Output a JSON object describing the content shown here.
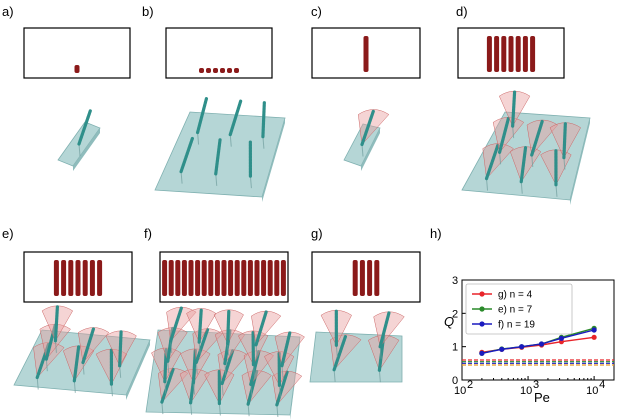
{
  "panels": [
    {
      "label": "a)",
      "rods": 1,
      "grid": 1,
      "cones": false
    },
    {
      "label": "b)",
      "rods": 6,
      "grid": 6,
      "cones": false
    },
    {
      "label": "c)",
      "rods": 1,
      "grid": 1,
      "cones": true,
      "standing": true
    },
    {
      "label": "d)",
      "rods": 7,
      "grid": 7,
      "cones": true,
      "standing": true
    },
    {
      "label": "e)",
      "rods": 7,
      "grid": 7,
      "cones": true,
      "standing": true
    },
    {
      "label": "f)",
      "rods": 19,
      "grid": 19,
      "cones": true,
      "standing": true
    },
    {
      "label": "g)",
      "rods": 4,
      "grid": 4,
      "cones": true,
      "standing": true
    }
  ],
  "plot_label": "h)",
  "colors": {
    "rod": "#8b1a1a",
    "plate": "#a8cfcf",
    "plate_edge": "#7fb0b0",
    "filament": "#2f8f8a",
    "cone": "#e8a0a0"
  },
  "chart_data": {
    "type": "line",
    "xlabel": "Pe",
    "ylabel": "Q",
    "xscale": "log",
    "xlim": [
      100,
      20000
    ],
    "ylim": [
      0,
      3
    ],
    "xticks": [
      "10",
      "10",
      "10"
    ],
    "xtick_exponents": [
      "2",
      "3",
      "4"
    ],
    "yticks": [
      "0",
      "1",
      "2",
      "3"
    ],
    "legend_position": "upper-left",
    "series": [
      {
        "name": "g) n = 4",
        "color": "#e8242a",
        "x": [
          200,
          400,
          800,
          1600,
          3200,
          10000
        ],
        "y": [
          0.83,
          0.92,
          0.98,
          1.05,
          1.15,
          1.28
        ]
      },
      {
        "name": "e) n = 7",
        "color": "#2a8a2a",
        "x": [
          200,
          400,
          800,
          1600,
          3200,
          10000
        ],
        "y": [
          0.8,
          0.93,
          1.0,
          1.08,
          1.28,
          1.55
        ]
      },
      {
        "name": "f) n = 19",
        "color": "#1a1abf",
        "x": [
          200,
          400,
          800,
          1600,
          3200,
          10000
        ],
        "y": [
          0.8,
          0.92,
          1.0,
          1.08,
          1.25,
          1.5
        ]
      }
    ],
    "baselines": [
      {
        "color": "#e8242a",
        "y": 0.6
      },
      {
        "color": "#2a8a2a",
        "y": 0.55
      },
      {
        "color": "#1a1abf",
        "y": 0.5
      },
      {
        "color": "#e89a20",
        "y": 0.45
      }
    ]
  }
}
